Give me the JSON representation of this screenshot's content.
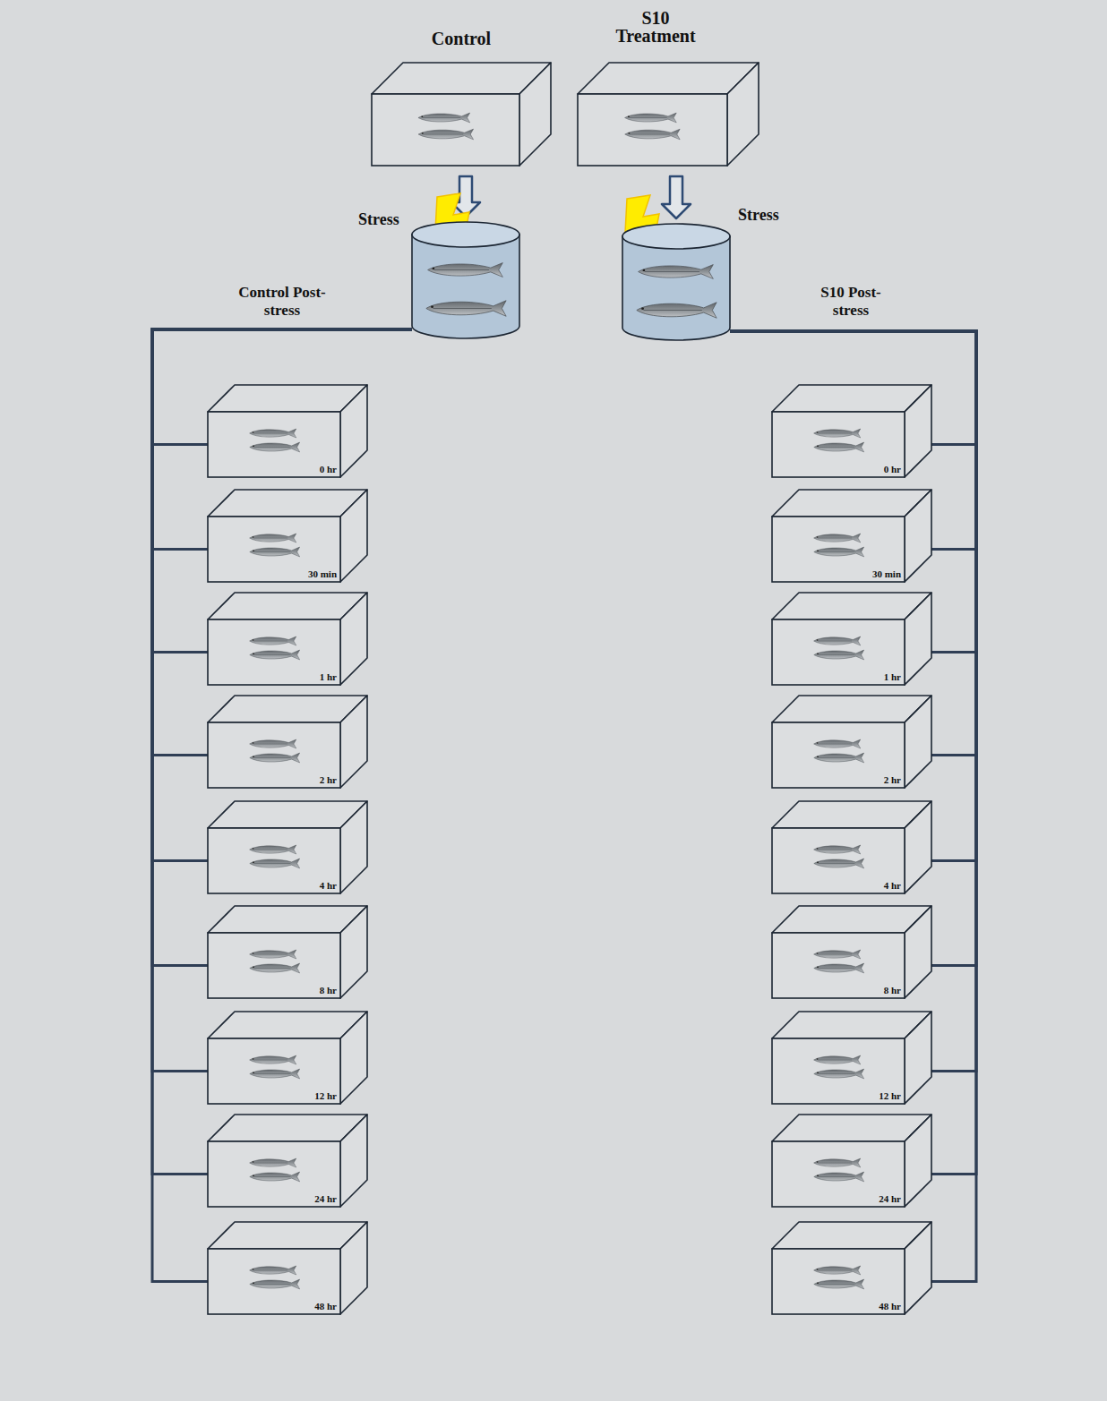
{
  "diagram": {
    "nodes": [
      {
        "text": [
          "Control"
        ]
      },
      {
        "text": [
          "S10 Treatment"
        ]
      },
      {
        "text": [
          "Stress"
        ]
      },
      {
        "text": [
          "Stress"
        ]
      },
      {
        "text": [
          "0 hr"
        ]
      },
      {
        "text": [
          "30 min"
        ]
      },
      {
        "text": [
          "1 hr"
        ]
      },
      {
        "text": [
          "2 hr"
        ]
      },
      {
        "text": [
          "4 hr"
        ]
      },
      {
        "text": [
          "8 hr"
        ]
      },
      {
        "text": [
          "12 hr"
        ]
      },
      {
        "text": [
          "24 hr"
        ]
      },
      {
        "text": [
          "48 hr"
        ]
      },
      {
        "text": [
          "0 hr"
        ]
      },
      {
        "text": [
          "30 min"
        ]
      },
      {
        "text": [
          "1 hr"
        ]
      },
      {
        "text": [
          "2 hr"
        ]
      },
      {
        "text": [
          "4 hr"
        ]
      },
      {
        "text": [
          "8 hr"
        ]
      },
      {
        "text": [
          "12 hr"
        ]
      },
      {
        "text": [
          "24 hr"
        ]
      },
      {
        "text": [
          "48 hr"
        ]
      }
    ],
    "edges": [
      {
        "from": 0,
        "to": 2,
        "arrow": "to"
      },
      {
        "from": 1,
        "to": 3,
        "arrow": "to"
      },
      {
        "from": 2,
        "to": 4,
        "arrow": "none"
      },
      {
        "from": 2,
        "to": 5,
        "arrow": "none"
      },
      {
        "from": 2,
        "to": 6,
        "arrow": "none"
      },
      {
        "from": 2,
        "to": 7,
        "arrow": "none"
      },
      {
        "from": 2,
        "to": 8,
        "arrow": "none"
      },
      {
        "from": 2,
        "to": 9,
        "arrow": "none"
      },
      {
        "from": 2,
        "to": 10,
        "arrow": "none"
      },
      {
        "from": 2,
        "to": 11,
        "arrow": "none"
      },
      {
        "from": 2,
        "to": 12,
        "arrow": "none"
      },
      {
        "from": 3,
        "to": 13,
        "arrow": "none"
      },
      {
        "from": 3,
        "to": 14,
        "arrow": "none"
      },
      {
        "from": 3,
        "to": 15,
        "arrow": "none"
      },
      {
        "from": 3,
        "to": 16,
        "arrow": "none"
      },
      {
        "from": 3,
        "to": 17,
        "arrow": "none"
      },
      {
        "from": 3,
        "to": 18,
        "arrow": "none"
      },
      {
        "from": 3,
        "to": 19,
        "arrow": "none"
      },
      {
        "from": 3,
        "to": 20,
        "arrow": "none"
      },
      {
        "from": 3,
        "to": 21,
        "arrow": "none"
      }
    ],
    "labels": [
      "Control Post-stress",
      "S10 Post-stress"
    ]
  }
}
